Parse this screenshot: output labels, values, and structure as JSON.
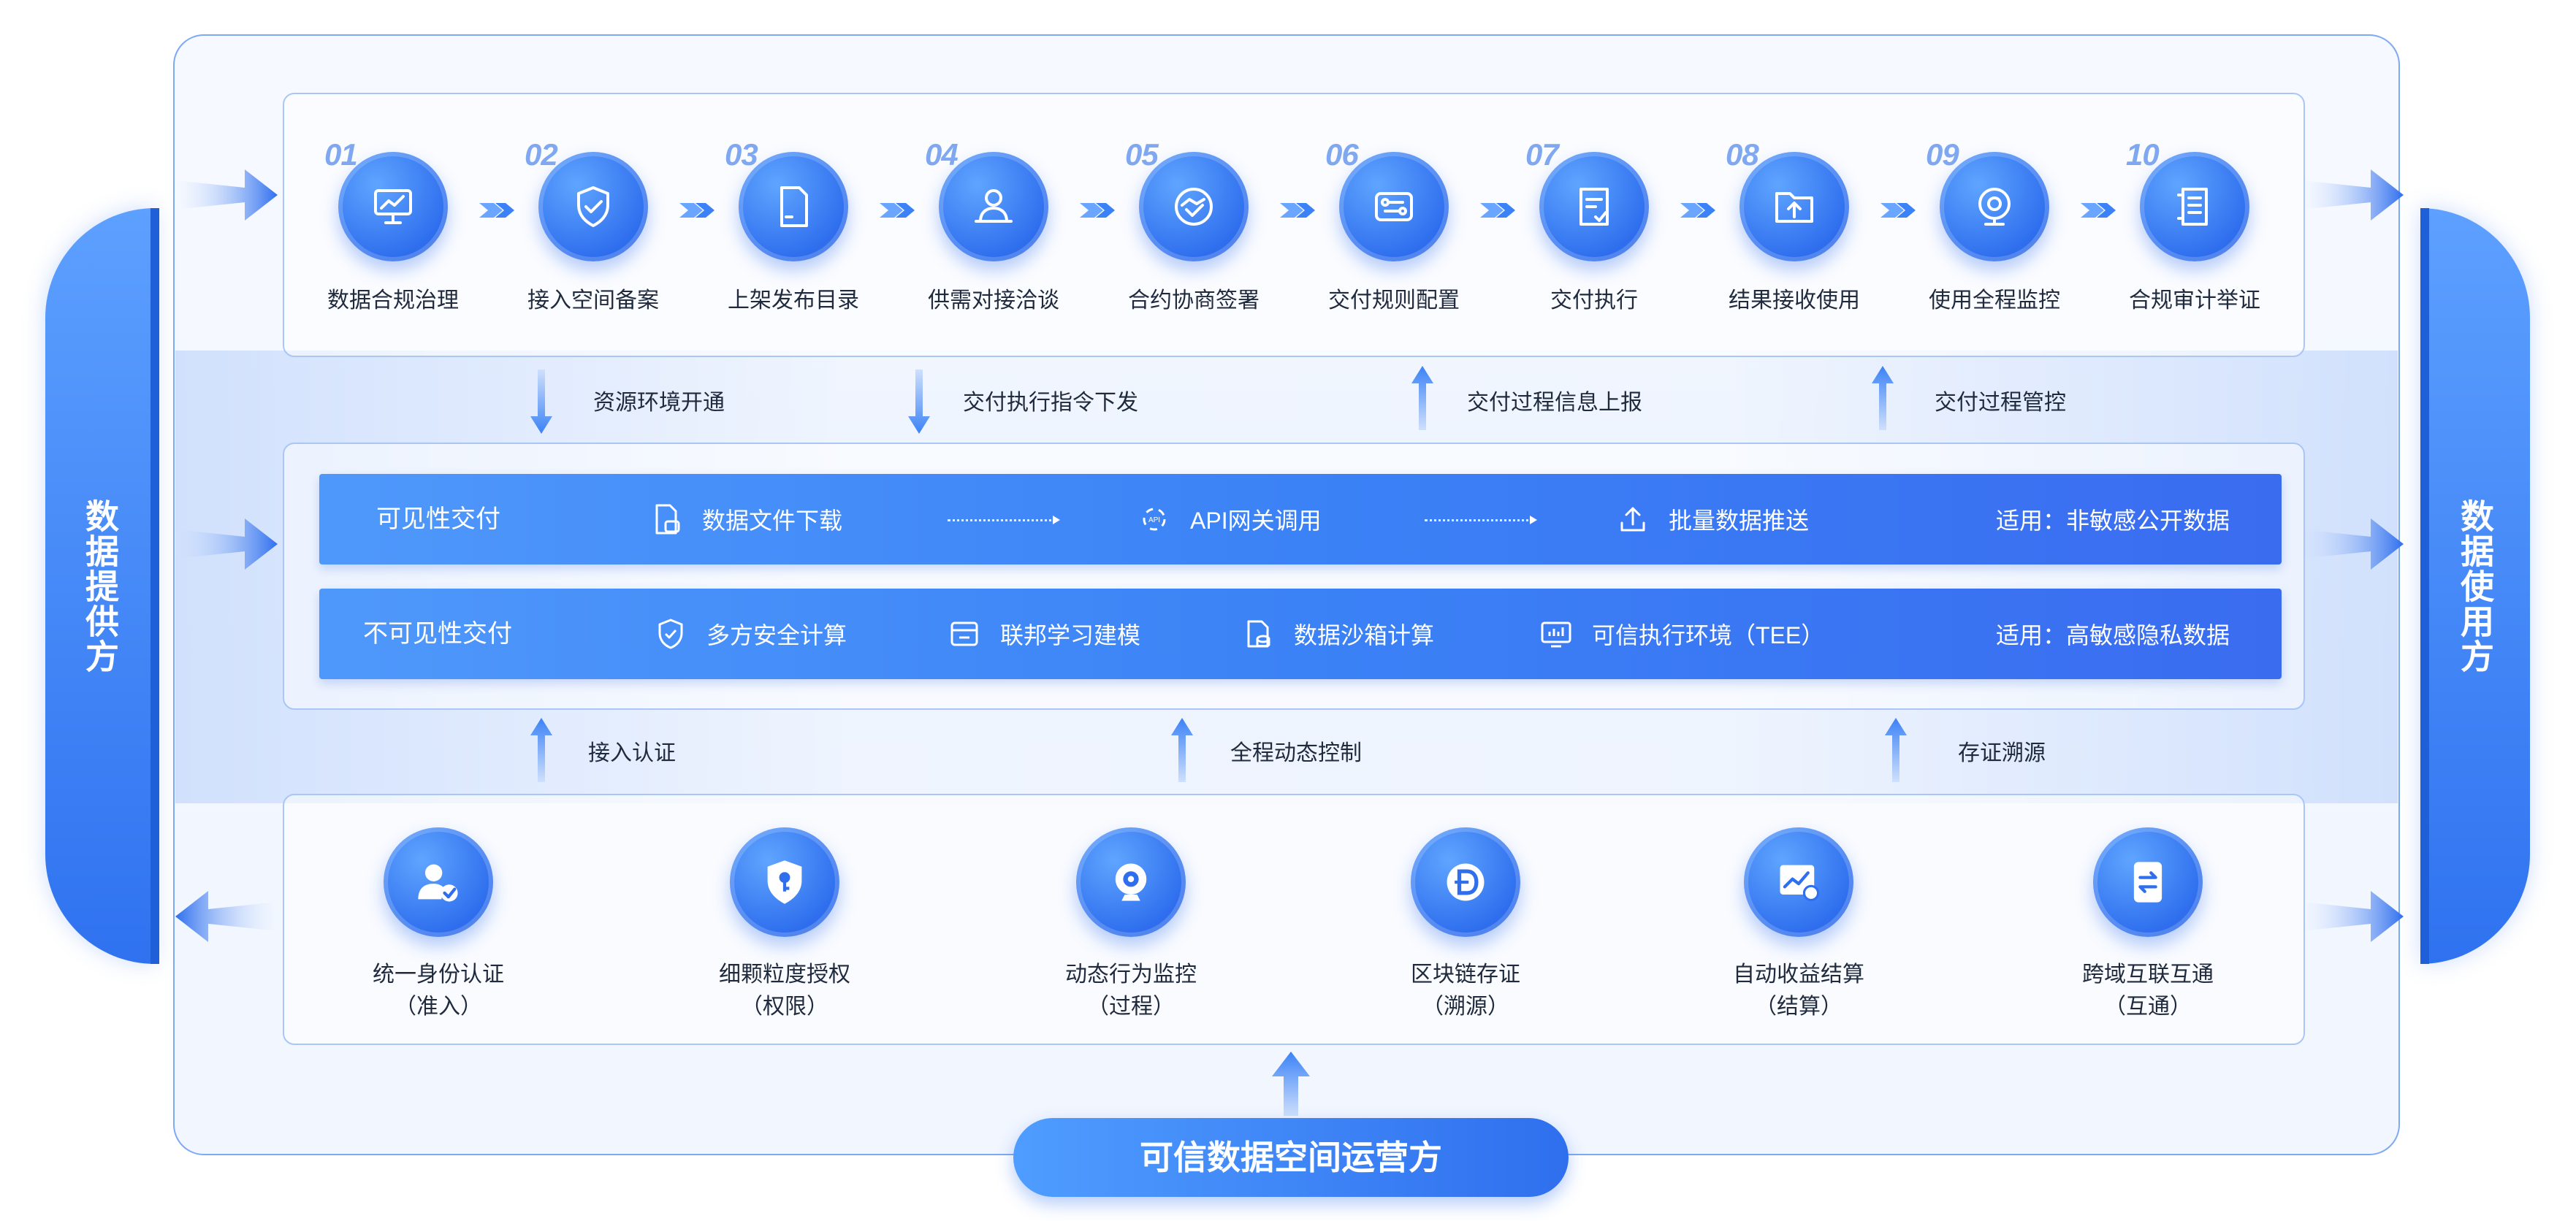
{
  "colors": {
    "primary": "#2f6fee",
    "light": "#5fa5ff",
    "frame": "#7ea9f3"
  },
  "left_pillar": {
    "label": "数据提供方"
  },
  "right_pillar": {
    "label": "数据使用方"
  },
  "steps": [
    {
      "num": "01",
      "label": "数据合规治理",
      "icon": "presentation-chart-icon"
    },
    {
      "num": "02",
      "label": "接入空间备案",
      "icon": "shield-check-icon"
    },
    {
      "num": "03",
      "label": "上架发布目录",
      "icon": "document-icon"
    },
    {
      "num": "04",
      "label": "供需对接洽谈",
      "icon": "user-consult-icon"
    },
    {
      "num": "05",
      "label": "合约协商签署",
      "icon": "handshake-icon"
    },
    {
      "num": "06",
      "label": "交付规则配置",
      "icon": "rule-config-icon"
    },
    {
      "num": "07",
      "label": "交付执行",
      "icon": "task-check-icon"
    },
    {
      "num": "08",
      "label": "结果接收使用",
      "icon": "folder-upload-icon"
    },
    {
      "num": "09",
      "label": "使用全程监控",
      "icon": "webcam-icon"
    },
    {
      "num": "10",
      "label": "合规审计举证",
      "icon": "audit-list-icon"
    }
  ],
  "top_connectors": [
    {
      "label": "资源环境开通",
      "direction": "down"
    },
    {
      "label": "交付执行指令下发",
      "direction": "down"
    },
    {
      "label": "交付过程信息上报",
      "direction": "up"
    },
    {
      "label": "交付过程管控",
      "direction": "up"
    }
  ],
  "visible_bar": {
    "title": "可见性交付",
    "items": [
      {
        "label": "数据文件下载",
        "icon": "file-download-icon"
      },
      {
        "label": "API网关调用",
        "icon": "api-gateway-icon"
      },
      {
        "label": "批量数据推送",
        "icon": "upload-icon"
      }
    ],
    "applies": "适用：非敏感公开数据"
  },
  "invisible_bar": {
    "title": "不可见性交付",
    "items": [
      {
        "label": "多方安全计算",
        "icon": "shield-icon"
      },
      {
        "label": "联邦学习建模",
        "icon": "model-box-icon"
      },
      {
        "label": "数据沙箱计算",
        "icon": "sandbox-icon"
      },
      {
        "label": "可信执行环境（TEE）",
        "icon": "monitor-icon"
      }
    ],
    "applies": "适用：高敏感隐私数据"
  },
  "bottom_connectors": [
    {
      "label": "接入认证"
    },
    {
      "label": "全程动态控制"
    },
    {
      "label": "存证溯源"
    }
  ],
  "capabilities": [
    {
      "label": "统一身份认证",
      "sub": "（准入）",
      "icon": "user-verified-icon"
    },
    {
      "label": "细颗粒度授权",
      "sub": "（权限）",
      "icon": "shield-key-icon"
    },
    {
      "label": "动态行为监控",
      "sub": "（过程）",
      "icon": "camera-icon"
    },
    {
      "label": "区块链存证",
      "sub": "（溯源）",
      "icon": "coin-icon"
    },
    {
      "label": "自动收益结算",
      "sub": "（结算）",
      "icon": "revenue-chart-icon"
    },
    {
      "label": "跨域互联互通",
      "sub": "（互通）",
      "icon": "exchange-icon"
    }
  ],
  "operator": {
    "label": "可信数据空间运营方"
  }
}
